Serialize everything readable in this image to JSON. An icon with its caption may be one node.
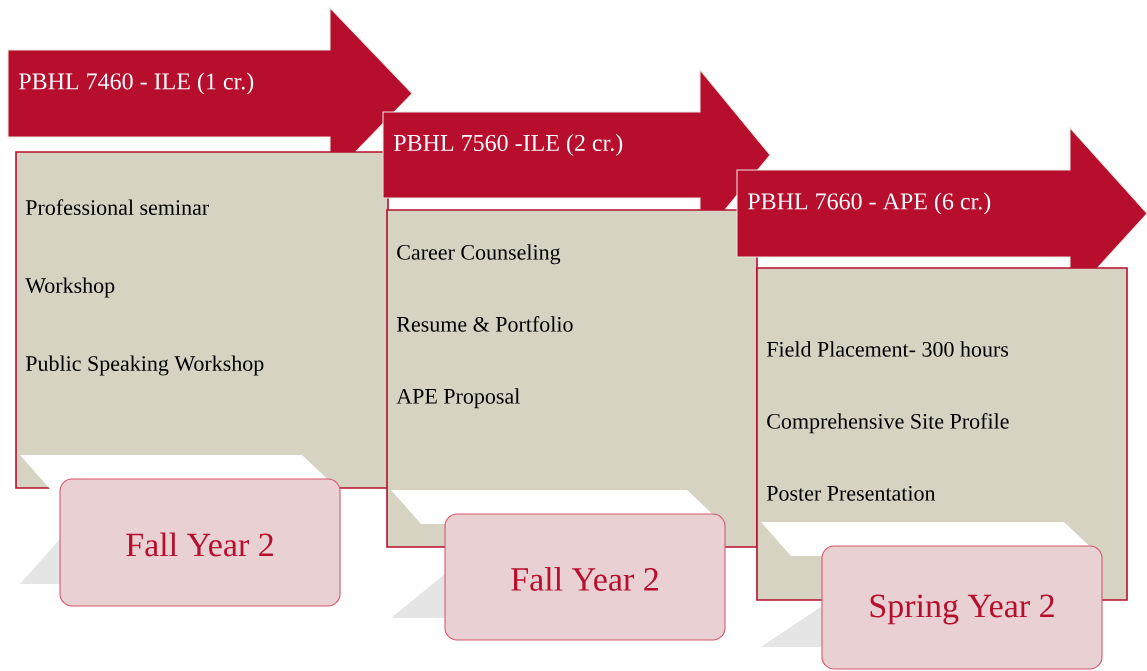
{
  "diagram": {
    "nodes": [
      {
        "text": [
          "PBHL 7460 - ILE (1 cr.)"
        ]
      },
      {
        "text": [
          "Professional seminar",
          "Workshop",
          "Public Speaking Workshop"
        ]
      },
      {
        "text": [
          "Fall Year 2"
        ]
      },
      {
        "text": [
          "PBHL 7560 -ILE (2 cr.)"
        ]
      },
      {
        "text": [
          "Career Counseling",
          "Resume & Portfolio",
          "APE Proposal"
        ]
      },
      {
        "text": [
          "Fall Year 2"
        ]
      },
      {
        "text": [
          "PBHL 7660 - APE (6 cr.)"
        ]
      },
      {
        "text": [
          "Field Placement- 300 hours",
          "Comprehensive Site Profile",
          "Poster Presentation"
        ]
      },
      {
        "text": [
          "Spring Year 2"
        ]
      }
    ]
  }
}
